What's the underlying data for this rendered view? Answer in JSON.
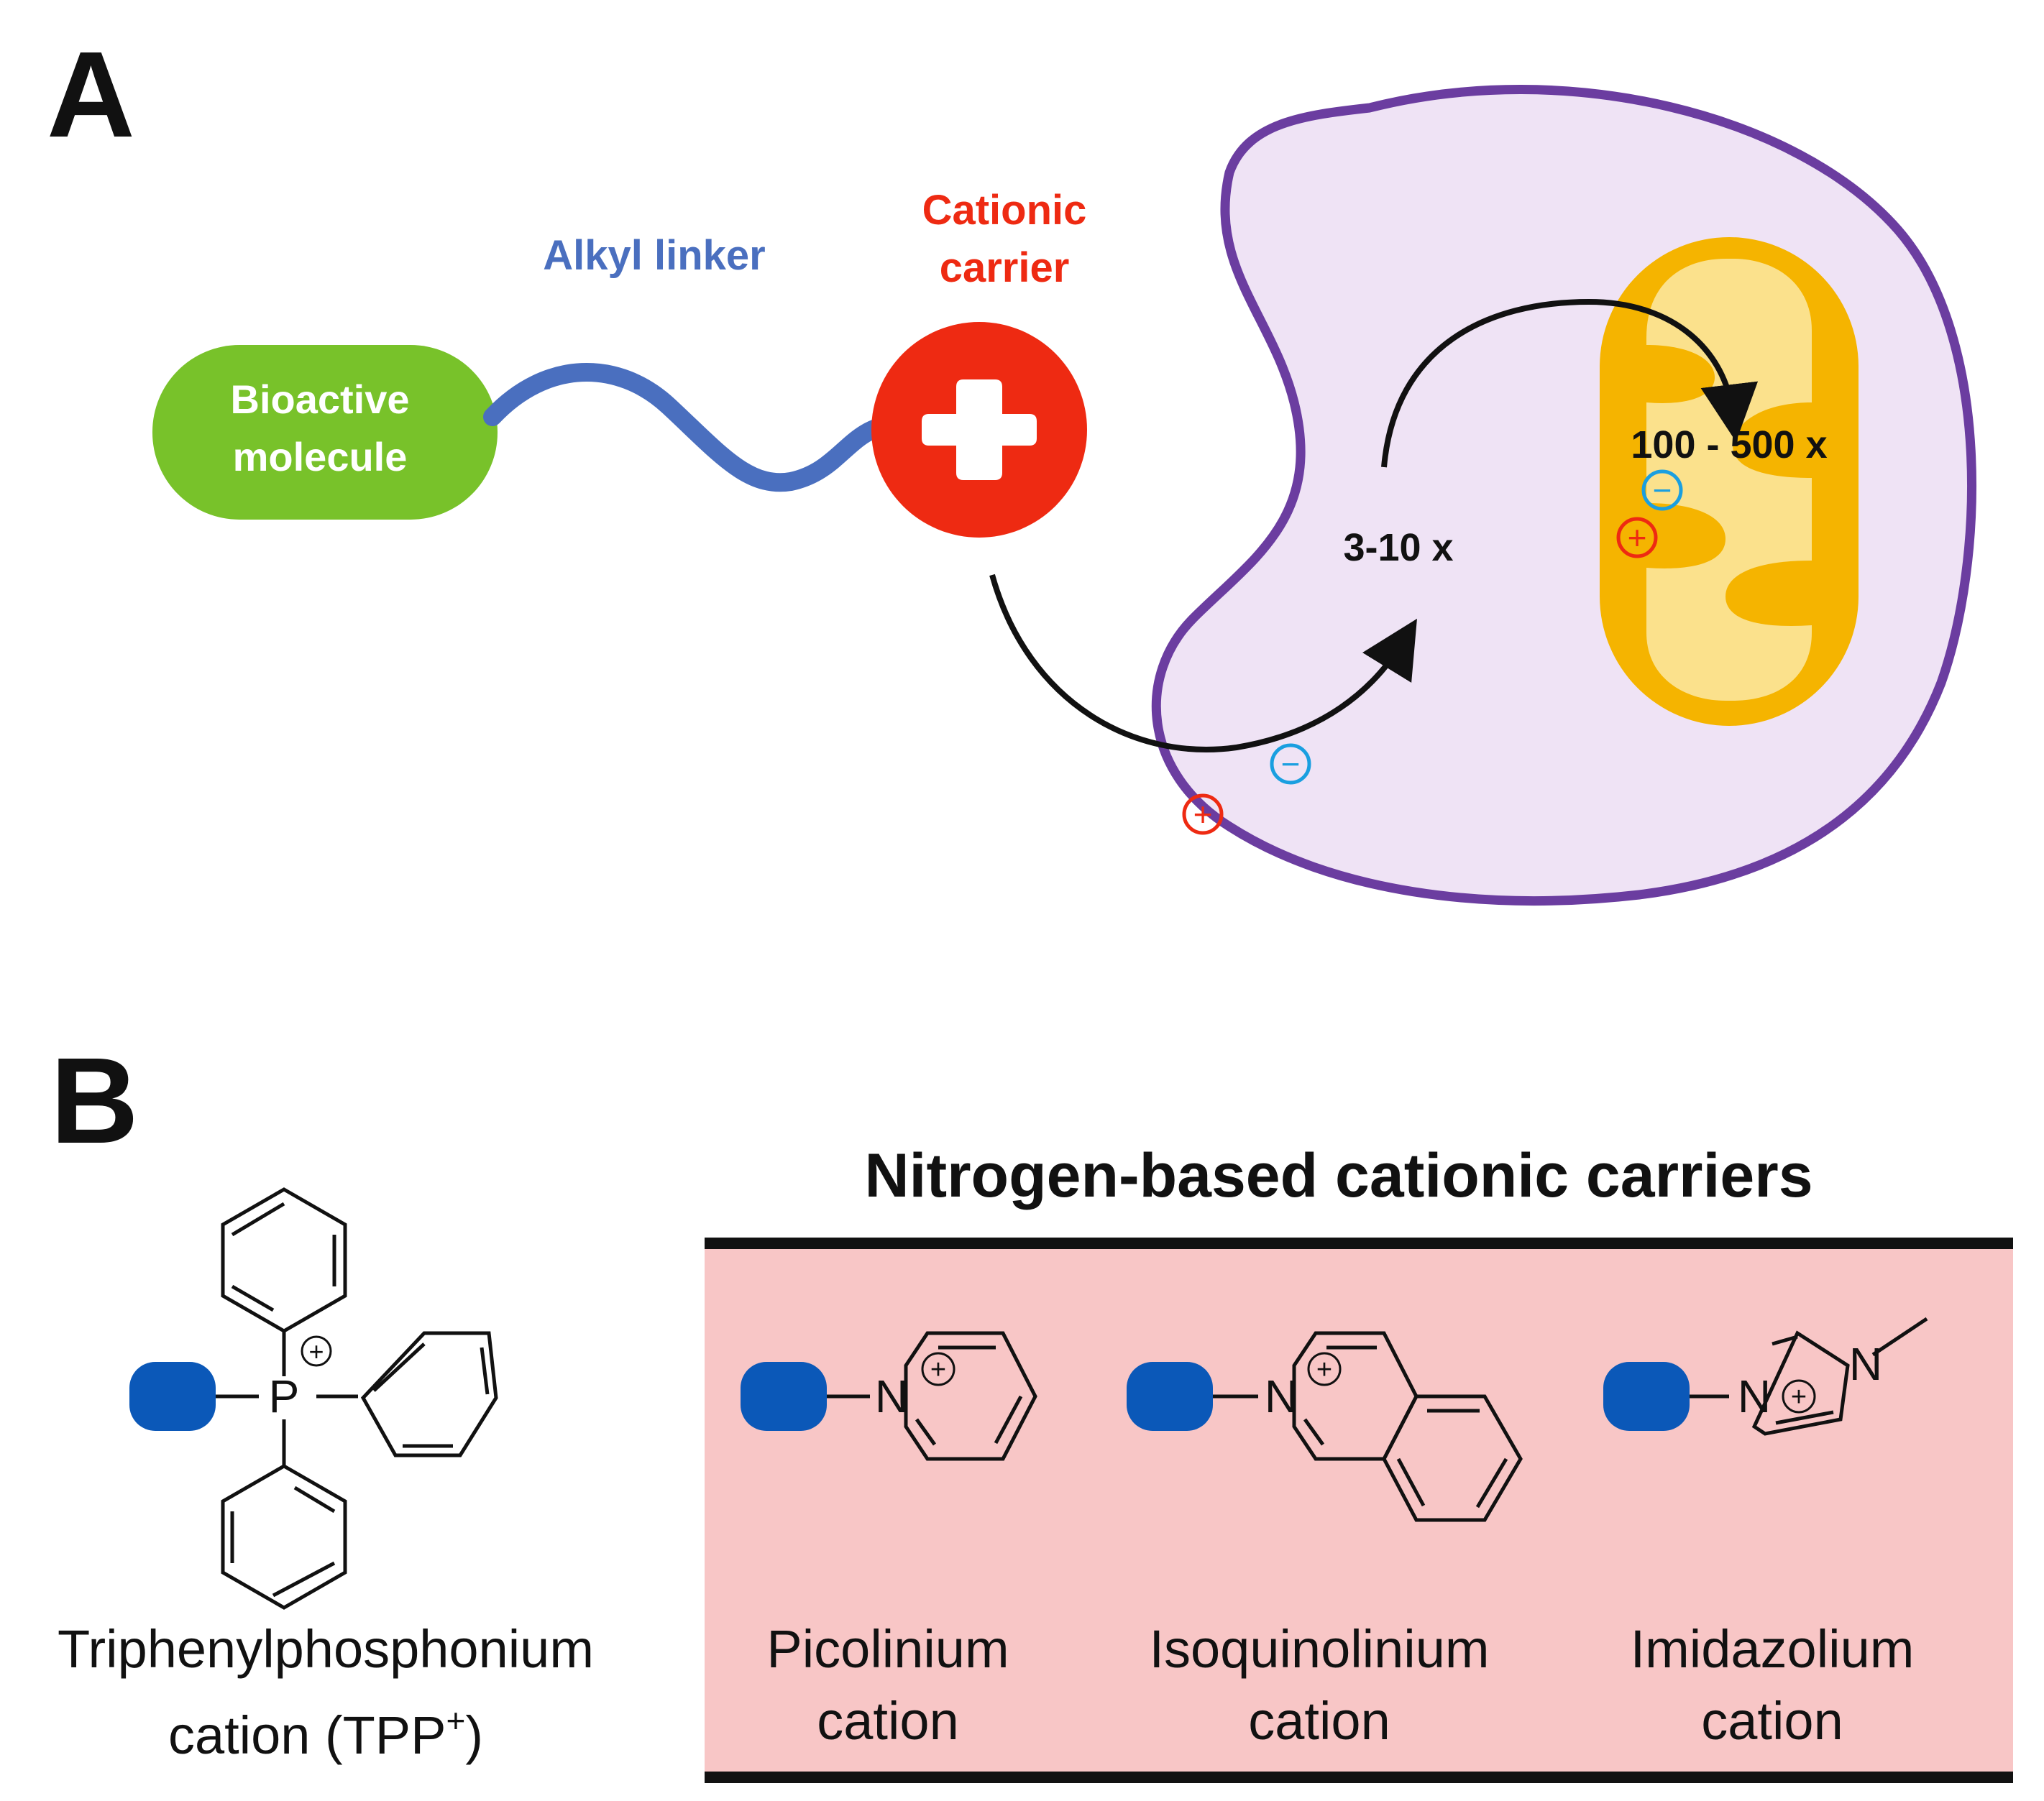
{
  "panel_a": {
    "label": "A",
    "bioactive_line1": "Bioactive",
    "bioactive_line2": "molecule",
    "linker_label": "Alkyl linker",
    "carrier_line1": "Cationic",
    "carrier_line2": "carrier",
    "cytoplasm_factor": "3-10 x",
    "mito_factor": "100 - 500 x",
    "plus_sign": "+",
    "minus_sign": "−"
  },
  "panel_b": {
    "label": "B",
    "title": "Nitrogen-based cationic carriers",
    "tpp_line1": "Triphenylphosphonium",
    "tpp_line2_prefix": "cation (TPP",
    "tpp_line2_sup": "+",
    "tpp_line2_suffix": ")",
    "phosphorus": "P",
    "nitrogen": "N",
    "picolinium_line1": "Picolinium",
    "picolinium_line2": "cation",
    "isoquinolinium_line1": "Isoquinolinium",
    "isoquinolinium_line2": "cation",
    "imidazolium_line1": "Imidazolium",
    "imidazolium_line2": "cation"
  },
  "colors": {
    "bioactive_green": "#78c22a",
    "linker_blue": "#4a6fbf",
    "cation_red": "#ee2a12",
    "cell_fill": "#efe3f5",
    "cell_border": "#6b3da0",
    "mito_outer": "#f5b400",
    "mito_inner": "#fbe18c",
    "anion_blue": "#1a9fe0",
    "conjugate_blue": "#0b58b8",
    "table_fill": "#f8c6c6"
  }
}
